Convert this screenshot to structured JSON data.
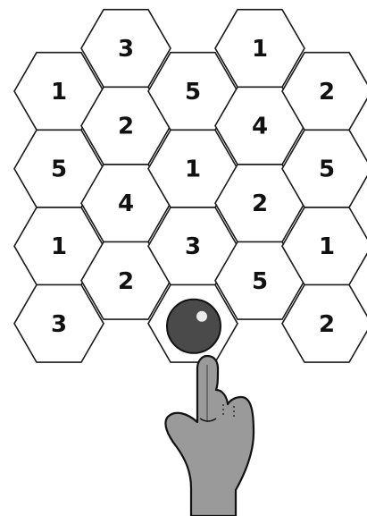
{
  "puzzle": {
    "cells": [
      {
        "col": 0,
        "row": 0,
        "value": "1"
      },
      {
        "col": 0,
        "row": 1,
        "value": "5"
      },
      {
        "col": 0,
        "row": 2,
        "value": "1"
      },
      {
        "col": 0,
        "row": 3,
        "value": "3"
      },
      {
        "col": 1,
        "row": 0,
        "value": "3"
      },
      {
        "col": 1,
        "row": 1,
        "value": "2"
      },
      {
        "col": 1,
        "row": 2,
        "value": "4"
      },
      {
        "col": 1,
        "row": 3,
        "value": "2"
      },
      {
        "col": 2,
        "row": 0,
        "value": "5"
      },
      {
        "col": 2,
        "row": 1,
        "value": "1"
      },
      {
        "col": 2,
        "row": 2,
        "value": "3"
      },
      {
        "col": 2,
        "row": 3,
        "value": ""
      },
      {
        "col": 3,
        "row": 0,
        "value": "1"
      },
      {
        "col": 3,
        "row": 1,
        "value": "4"
      },
      {
        "col": 3,
        "row": 2,
        "value": "2"
      },
      {
        "col": 3,
        "row": 3,
        "value": "5"
      },
      {
        "col": 4,
        "row": 0,
        "value": "2"
      },
      {
        "col": 4,
        "row": 1,
        "value": "5"
      },
      {
        "col": 4,
        "row": 2,
        "value": "1"
      },
      {
        "col": 4,
        "row": 3,
        "value": "2"
      }
    ],
    "marker": {
      "col": 2,
      "row": 3,
      "icon": "black-ball-icon",
      "color": "#4a4a4a"
    },
    "pointer": {
      "icon": "pointing-hand-icon",
      "color": "#9a9a9a"
    }
  }
}
